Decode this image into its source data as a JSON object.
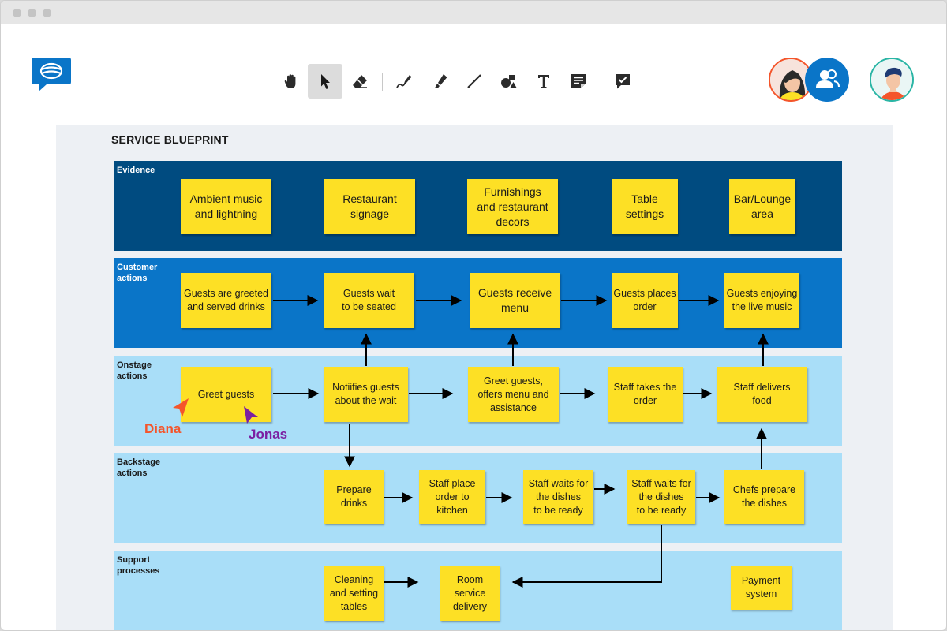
{
  "colors": {
    "lane_evidence": "#004b80",
    "lane_customer": "#0a75c8",
    "lane_light": "#a9def8",
    "note": "#fde025",
    "cursor_diana": "#f4552b",
    "cursor_jonas": "#7b1fa2",
    "accent": "#0a75c8"
  },
  "toolbar": {
    "tools": [
      {
        "name": "hand-icon"
      },
      {
        "name": "pointer-icon"
      },
      {
        "name": "eraser-icon"
      },
      {
        "name": "pen-icon"
      },
      {
        "name": "highlighter-icon"
      },
      {
        "name": "line-icon"
      },
      {
        "name": "shapes-icon"
      },
      {
        "name": "text-icon"
      },
      {
        "name": "sticky-note-icon"
      },
      {
        "name": "feedback-icon"
      }
    ],
    "active": "pointer-icon"
  },
  "board": {
    "title": "SERVICE BLUEPRINT",
    "lanes": [
      {
        "label": "Evidence"
      },
      {
        "label": "Customer\nactions"
      },
      {
        "label": "Onstage\nactions"
      },
      {
        "label": "Backstage\nactions"
      },
      {
        "label": "Support\nprocesses"
      }
    ],
    "notes": [
      "Ambient music\nand lightning",
      "Restaurant\nsignage",
      "Furnishings\nand restaurant\ndecors",
      "Table\nsettings",
      "Bar/Lounge\narea",
      "Guests are greeted\nand served drinks",
      "Guests wait\nto be seated",
      "Guests receive\nmenu",
      "Guests places\norder",
      "Guests enjoying\nthe live music",
      "Greet guests",
      "Notiifies guests\nabout the wait",
      "Greet guests,\noffers menu and\nassistance",
      "Staff takes the\norder",
      "Staff delivers\nfood",
      "Prepare\ndrinks",
      "Staff place\norder to\nkitchen",
      "Staff waits for\nthe dishes\nto be ready",
      "Staff waits for\nthe dishes\nto be ready",
      "Chefs prepare\nthe dishes",
      "Cleaning\nand setting\ntables",
      "Room\nservice\ndelivery",
      "Payment\nsystem"
    ]
  },
  "cursors": [
    {
      "name": "Diana"
    },
    {
      "name": "Jonas"
    }
  ]
}
